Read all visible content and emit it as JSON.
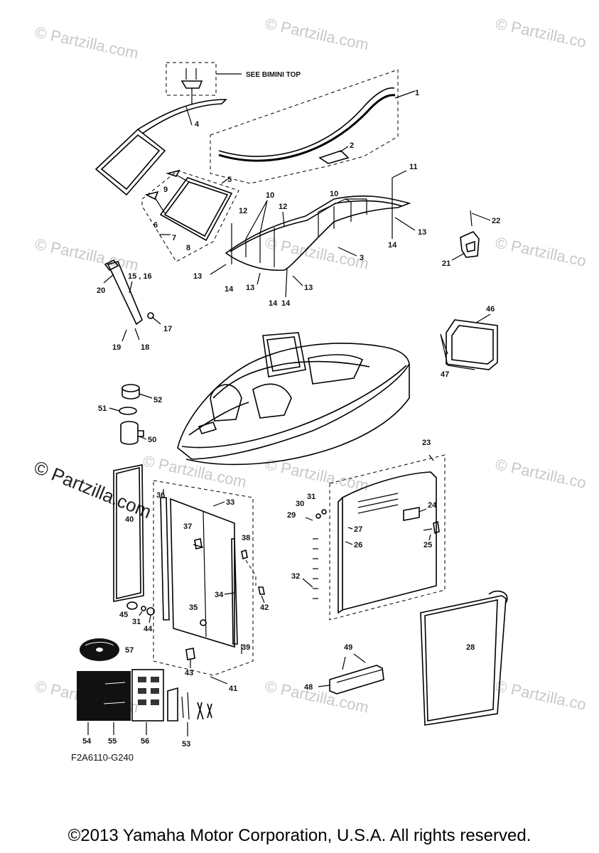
{
  "watermarks": [
    "© Partzilla.com",
    "© Partzilla.com",
    "© Partzilla.co",
    "© Partzilla.com",
    "© Partzilla.com",
    "© Partzilla.co",
    "© Partzilla.com",
    "© Partzilla.com",
    "© Partzilla.co",
    "© Partzilla.com",
    "© Partzilla.com",
    "© Partzilla.co"
  ],
  "watermark_large": "© Partzilla.com",
  "note_see_bimini": "SEE BIMINI TOP",
  "figure_id": "F2A6110-G240",
  "copyright": "©2013 Yamaha Motor Corporation, U.S.A. All rights reserved.",
  "callouts": {
    "c1": "1",
    "c2": "2",
    "c3": "3",
    "c4": "4",
    "c5": "5",
    "c6": "6",
    "c7": "7",
    "c8": "8",
    "c9": "9",
    "c10a": "10",
    "c10b": "10",
    "c11": "11",
    "c12a": "12",
    "c12b": "12",
    "c13a": "13",
    "c13b": "13",
    "c13c": "13",
    "c13d": "13",
    "c14a": "14",
    "c14b": "14",
    "c14c": "14",
    "c14d": "14",
    "c15": "15 , 16",
    "c17": "17",
    "c18": "18",
    "c19": "19",
    "c20": "20",
    "c21": "21",
    "c22": "22",
    "c23": "23",
    "c24": "24",
    "c25": "25",
    "c26": "26",
    "c27": "27",
    "c28": "28",
    "c29": "29",
    "c30": "30",
    "c31a": "31",
    "c31b": "31",
    "c32": "32",
    "c33": "33",
    "c34": "34",
    "c35": "35",
    "c36": "36",
    "c37": "37",
    "c38": "38",
    "c39": "39",
    "c40": "40",
    "c41": "41",
    "c42": "42",
    "c43": "43",
    "c44": "44",
    "c45": "45",
    "c46": "46",
    "c47": "47",
    "c48": "48",
    "c49": "49",
    "c50": "50",
    "c51": "51",
    "c52": "52",
    "c53": "53",
    "c54": "54",
    "c55": "55",
    "c56": "56",
    "c57": "57"
  }
}
